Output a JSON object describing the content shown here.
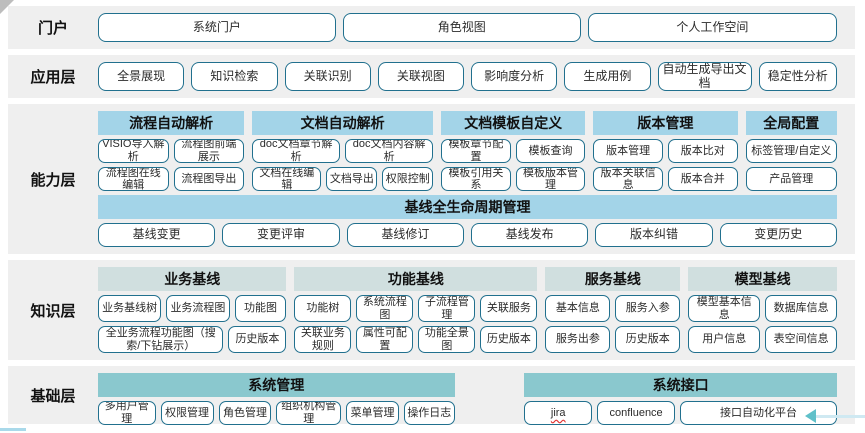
{
  "palette": {
    "row_background": "#efefef",
    "box_border": "#21708e",
    "header_blue": "#a3d4e8",
    "header_gray": "#d0dfdf",
    "header_teal": "#8ac8ce",
    "arrow_head_teal": "#5fc0c9",
    "arrow_line_blue": "#cfe9f2",
    "spellcheck_red": "#e03131"
  },
  "icons": {
    "corner_fold": "gray folded-corner triangle, top-left",
    "flow_arrow": "left-pointing teal arrowhead with light blue tail, bottom-right"
  },
  "layers": [
    {
      "id": "portal",
      "label": "门户",
      "buttons": [
        {
          "label": "系统门户",
          "flex": 1
        },
        {
          "label": "角色视图",
          "flex": 1
        },
        {
          "label": "个人工作空间",
          "flex": 1.05
        }
      ]
    },
    {
      "id": "app",
      "label": "应用层",
      "buttons": [
        "全景展现",
        "知识检索",
        "关联识别",
        "关联视图",
        "影响度分析",
        "生成用例",
        {
          "label": "自动生成导出文档",
          "flex": 1.1
        },
        {
          "label": "稳定性分析",
          "flex": 0.9
        }
      ]
    },
    {
      "id": "capability",
      "label": "能力层",
      "header_style": "blue",
      "groups": [
        {
          "title": "流程自动解析",
          "flex": 1.47,
          "rows": [
            [
              "VISIO导入解析",
              "流程图前端展示"
            ],
            [
              "流程图在线编辑",
              "流程图导出"
            ]
          ]
        },
        {
          "title": "文档自动解析",
          "flex": 1.82,
          "rows": [
            [
              "doc文档章节解析",
              "doc文档内容解析"
            ],
            [
              {
                "label": "文档在线编辑",
                "flex": 1.2
              },
              {
                "label": "文档导出",
                "flex": 0.85
              },
              {
                "label": "权限控制",
                "flex": 0.85
              }
            ]
          ]
        },
        {
          "title": "文档模板自定义",
          "flex": 1.45,
          "rows": [
            [
              "模板章节配置",
              "模板查询"
            ],
            [
              "模板引用关系",
              "模板版本管理"
            ]
          ]
        },
        {
          "title": "版本管理",
          "flex": 1.45,
          "rows": [
            [
              "版本管理",
              "版本比对"
            ],
            [
              "版本关联信息",
              "版本合并"
            ]
          ]
        },
        {
          "title": "全局配置",
          "flex": 0.92,
          "rows": [
            [
              "标签管理/自定义"
            ],
            [
              "产品管理"
            ]
          ]
        }
      ],
      "sub": {
        "title": "基线全生命周期管理",
        "buttons": [
          "基线变更",
          "变更评审",
          "基线修订",
          "基线发布",
          "版本纠错",
          "变更历史"
        ]
      }
    },
    {
      "id": "knowledge",
      "label": "知识层",
      "header_style": "gray",
      "groups": [
        {
          "title": "业务基线",
          "flex": 1.9,
          "rows": [
            [
              "业务基线树",
              "业务流程图",
              {
                "label": "功能图",
                "flex": 0.8
              }
            ],
            [
              {
                "label": "全业务流程功能图（搜索/下钻展示）",
                "flex": 2.3
              },
              {
                "label": "历史版本",
                "flex": 1
              }
            ]
          ]
        },
        {
          "title": "功能基线",
          "flex": 2.45,
          "rows": [
            [
              "功能树",
              "系统流程图",
              "子流程管理",
              "关联服务"
            ],
            [
              "关联业务规则",
              "属性可配置",
              "功能全景图",
              "历史版本"
            ]
          ]
        },
        {
          "title": "服务基线",
          "flex": 1.36,
          "rows": [
            [
              "基本信息",
              "服务入参"
            ],
            [
              "服务出参",
              "历史版本"
            ]
          ]
        },
        {
          "title": "模型基线",
          "flex": 1.5,
          "rows": [
            [
              "模型基本信息",
              "数据库信息"
            ],
            [
              "用户信息",
              "表空间信息"
            ]
          ]
        }
      ]
    },
    {
      "id": "base",
      "label": "基础层",
      "header_style": "teal",
      "groups": [
        {
          "title": "系统管理",
          "flex": 3.65,
          "rows": [
            [
              {
                "label": "多用户管理",
                "flex": 1.1
              },
              "权限管理",
              "角色管理",
              {
                "label": "组织机构管理",
                "flex": 1.25
              },
              "菜单管理",
              {
                "label": "操作日志",
                "flex": 0.95
              }
            ]
          ]
        },
        {
          "spacer": true,
          "flex": 0.55
        },
        {
          "title": "系统接口",
          "flex": 3.2,
          "rows": [
            [
              {
                "label": "jira",
                "flex": 0.9,
                "wavy": true
              },
              {
                "label": "confluence",
                "flex": 1.05
              },
              {
                "label": "接口自动化平台",
                "flex": 2.2
              }
            ]
          ]
        }
      ]
    }
  ]
}
